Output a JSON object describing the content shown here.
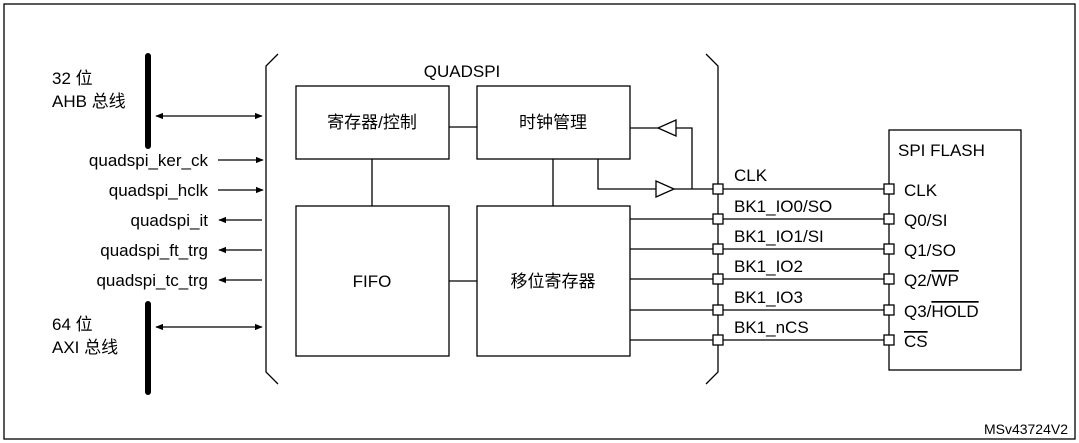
{
  "bus_left": {
    "ahb_label_line1": "32 位",
    "ahb_label_line2": "AHB 总线",
    "axi_label_line1": "64 位",
    "axi_label_line2": "AXI 总线"
  },
  "signals": [
    "quadspi_ker_ck",
    "quadspi_hclk",
    "quadspi_it",
    "quadspi_ft_trg",
    "quadspi_tc_trg"
  ],
  "quadspi": {
    "title": "QUADSPI",
    "blocks": {
      "registers": "寄存器/控制",
      "clock": "时钟管理",
      "fifo": "FIFO",
      "shift": "移位寄存器"
    }
  },
  "bank_pins": [
    "CLK",
    "BK1_IO0/SO",
    "BK1_IO1/SI",
    "BK1_IO2",
    "BK1_IO3",
    "BK1_nCS"
  ],
  "flash": {
    "title": "SPI FLASH",
    "pins": [
      {
        "prefix": "CLK",
        "over": ""
      },
      {
        "prefix": "Q0/SI",
        "over": ""
      },
      {
        "prefix": "Q1/SO",
        "over": ""
      },
      {
        "prefix": "Q2/",
        "over": "WP"
      },
      {
        "prefix": "Q3/",
        "over": "HOLD"
      },
      {
        "prefix": "",
        "over": "CS"
      }
    ]
  },
  "figure_id": "MSv43724V2"
}
